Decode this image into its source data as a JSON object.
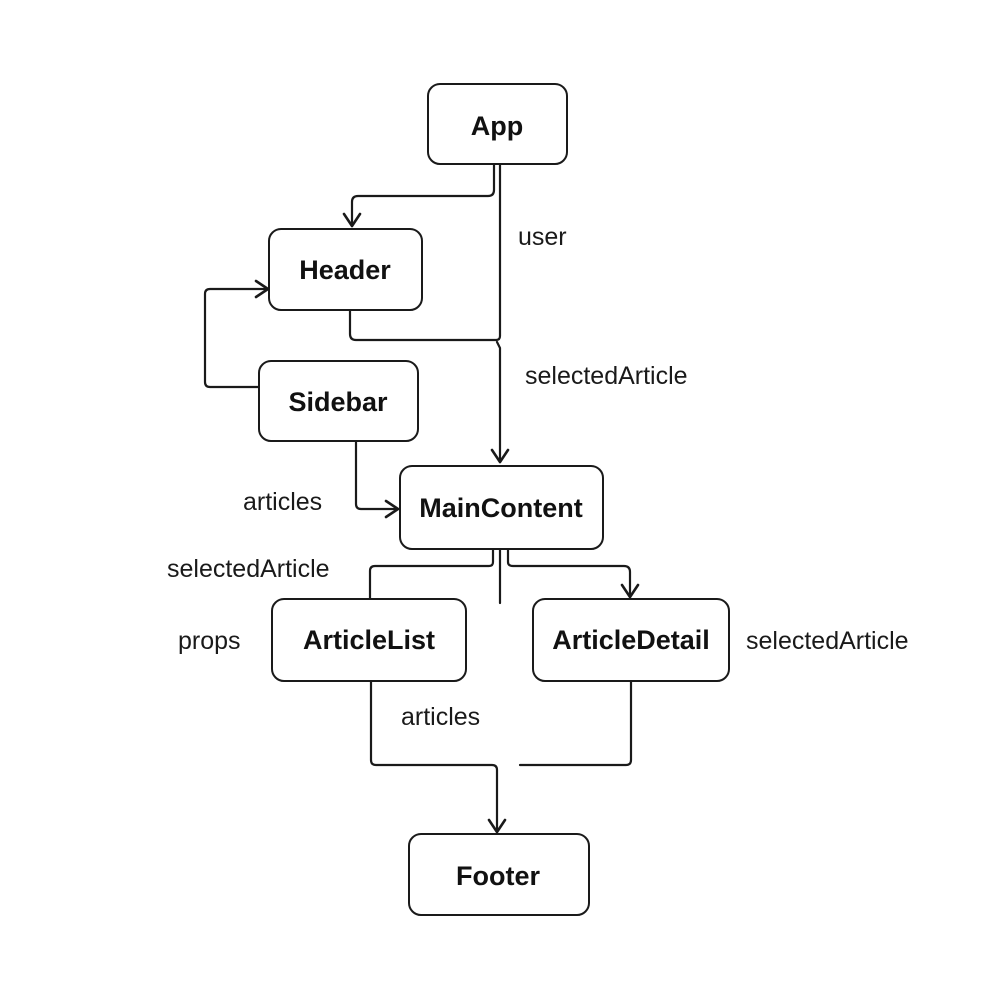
{
  "diagram": {
    "type": "component-tree",
    "colors": {
      "stroke": "#1a1a1a",
      "text": "#111111",
      "background": "#ffffff"
    },
    "nodes": [
      {
        "id": "app",
        "label": "App"
      },
      {
        "id": "header",
        "label": "Header"
      },
      {
        "id": "sidebar",
        "label": "Sidebar"
      },
      {
        "id": "main",
        "label": "MainContent"
      },
      {
        "id": "articlelist",
        "label": "ArticleList"
      },
      {
        "id": "articledetail",
        "label": "ArticleDetail"
      },
      {
        "id": "footer",
        "label": "Footer"
      }
    ],
    "edges": [
      {
        "from": "app",
        "to": "header",
        "label": ""
      },
      {
        "from": "app",
        "to": "main",
        "label": "user"
      },
      {
        "from": "header",
        "to": "main",
        "label": "selectedArticle"
      },
      {
        "from": "sidebar",
        "to": "header",
        "label": ""
      },
      {
        "from": "sidebar",
        "to": "main",
        "label": "articles"
      },
      {
        "from": "main",
        "to": "articlelist",
        "label": "selectedArticle"
      },
      {
        "from": "main",
        "to": "articledetail",
        "label": ""
      },
      {
        "from": "articlelist",
        "to": "footer",
        "label": "articles"
      },
      {
        "from": "articledetail",
        "to": "footer",
        "label": ""
      }
    ],
    "annotations": {
      "user": "user",
      "selected_article_main": "selectedArticle",
      "articles_sidebar": "articles",
      "selected_article_list": "selectedArticle",
      "props": "props",
      "selected_article_detail": "selectedArticle",
      "articles_footer": "articles"
    }
  }
}
